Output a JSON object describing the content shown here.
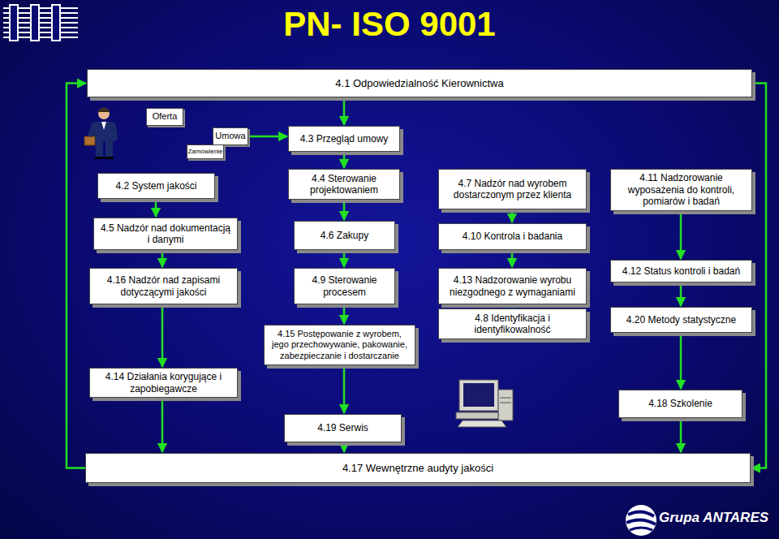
{
  "diagram": {
    "title": "PN- ISO 9001",
    "nodes": [
      {
        "text": [
          "4.1 Odpowiedzialność Kierownictwa"
        ]
      },
      {
        "text": [
          "Oferta"
        ]
      },
      {
        "text": [
          "Umowa"
        ]
      },
      {
        "text": [
          "Zamówienie"
        ]
      },
      {
        "text": [
          "4.3 Przegląd umowy"
        ]
      },
      {
        "text": [
          "4.2 System jakości"
        ]
      },
      {
        "text": [
          "4.5 Nadzór nad dokumentacją i danymi"
        ]
      },
      {
        "text": [
          "4.4 Sterowanie projektowaniem"
        ]
      },
      {
        "text": [
          "4.6 Zakupy"
        ]
      },
      {
        "text": [
          "4.7 Nadzór nad wyrobem dostarczonym przez klienta"
        ]
      },
      {
        "text": [
          "4.10 Kontrola i badania"
        ]
      },
      {
        "text": [
          "4.11 Nadzorowanie wyposażenia do kontroli, pomiarów i badań"
        ]
      },
      {
        "text": [
          "4.16 Nadzór nad zapisami dotyczącymi jakości"
        ]
      },
      {
        "text": [
          "4.9 Sterowanie procesem"
        ]
      },
      {
        "text": [
          "4.13 Nadzorowanie wyrobu niezgodnego z wymaganiami"
        ]
      },
      {
        "text": [
          "4.12 Status kontroli i badań"
        ]
      },
      {
        "text": [
          "4.8 Identyfikacja i identyfikowalność"
        ]
      },
      {
        "text": [
          "4.20 Metody statystyczne"
        ]
      },
      {
        "text": [
          "4.15 Postępowanie z wyrobem, jego przechowywanie, pakowanie, zabezpieczanie i dostarczanie"
        ]
      },
      {
        "text": [
          "4.14 Działania korygujące i zapobiegawcze"
        ]
      },
      {
        "text": [
          "4.18 Szkolenie"
        ]
      },
      {
        "text": [
          "4.19 Serwis"
        ]
      },
      {
        "text": [
          "4.17 Wewnętrzne audyty jakości"
        ]
      }
    ],
    "edges": [
      {
        "from": 0,
        "to": 4,
        "arrow": "to"
      },
      {
        "from": 4,
        "to": 7,
        "arrow": "to"
      },
      {
        "from": 7,
        "to": 8,
        "arrow": "to"
      },
      {
        "from": 8,
        "to": 13,
        "arrow": "to"
      },
      {
        "from": 13,
        "to": 18,
        "arrow": "to"
      },
      {
        "from": 18,
        "to": 21,
        "arrow": "to"
      },
      {
        "from": 5,
        "to": 6,
        "arrow": "to"
      },
      {
        "from": 6,
        "to": 12,
        "arrow": "to"
      },
      {
        "from": 12,
        "to": 19,
        "arrow": "to"
      },
      {
        "from": 9,
        "to": 10,
        "arrow": "to"
      },
      {
        "from": 10,
        "to": 14,
        "arrow": "to"
      },
      {
        "from": 14,
        "to": 16,
        "arrow": "to"
      },
      {
        "from": 11,
        "to": 15,
        "arrow": "to"
      },
      {
        "from": 15,
        "to": 17,
        "arrow": "to"
      },
      {
        "from": 17,
        "to": 20,
        "arrow": "to"
      },
      {
        "from": 22,
        "to": 0,
        "arrow": "to"
      },
      {
        "from": 0,
        "to": 22,
        "arrow": "to"
      },
      {
        "from": 2,
        "to": 4,
        "arrow": "to"
      },
      {
        "from": 19,
        "to": 22,
        "arrow": "to"
      },
      {
        "from": 21,
        "to": 22,
        "arrow": "to"
      },
      {
        "from": 20,
        "to": 22,
        "arrow": "to"
      }
    ],
    "labels": [
      "Grupa ANTARES"
    ]
  }
}
